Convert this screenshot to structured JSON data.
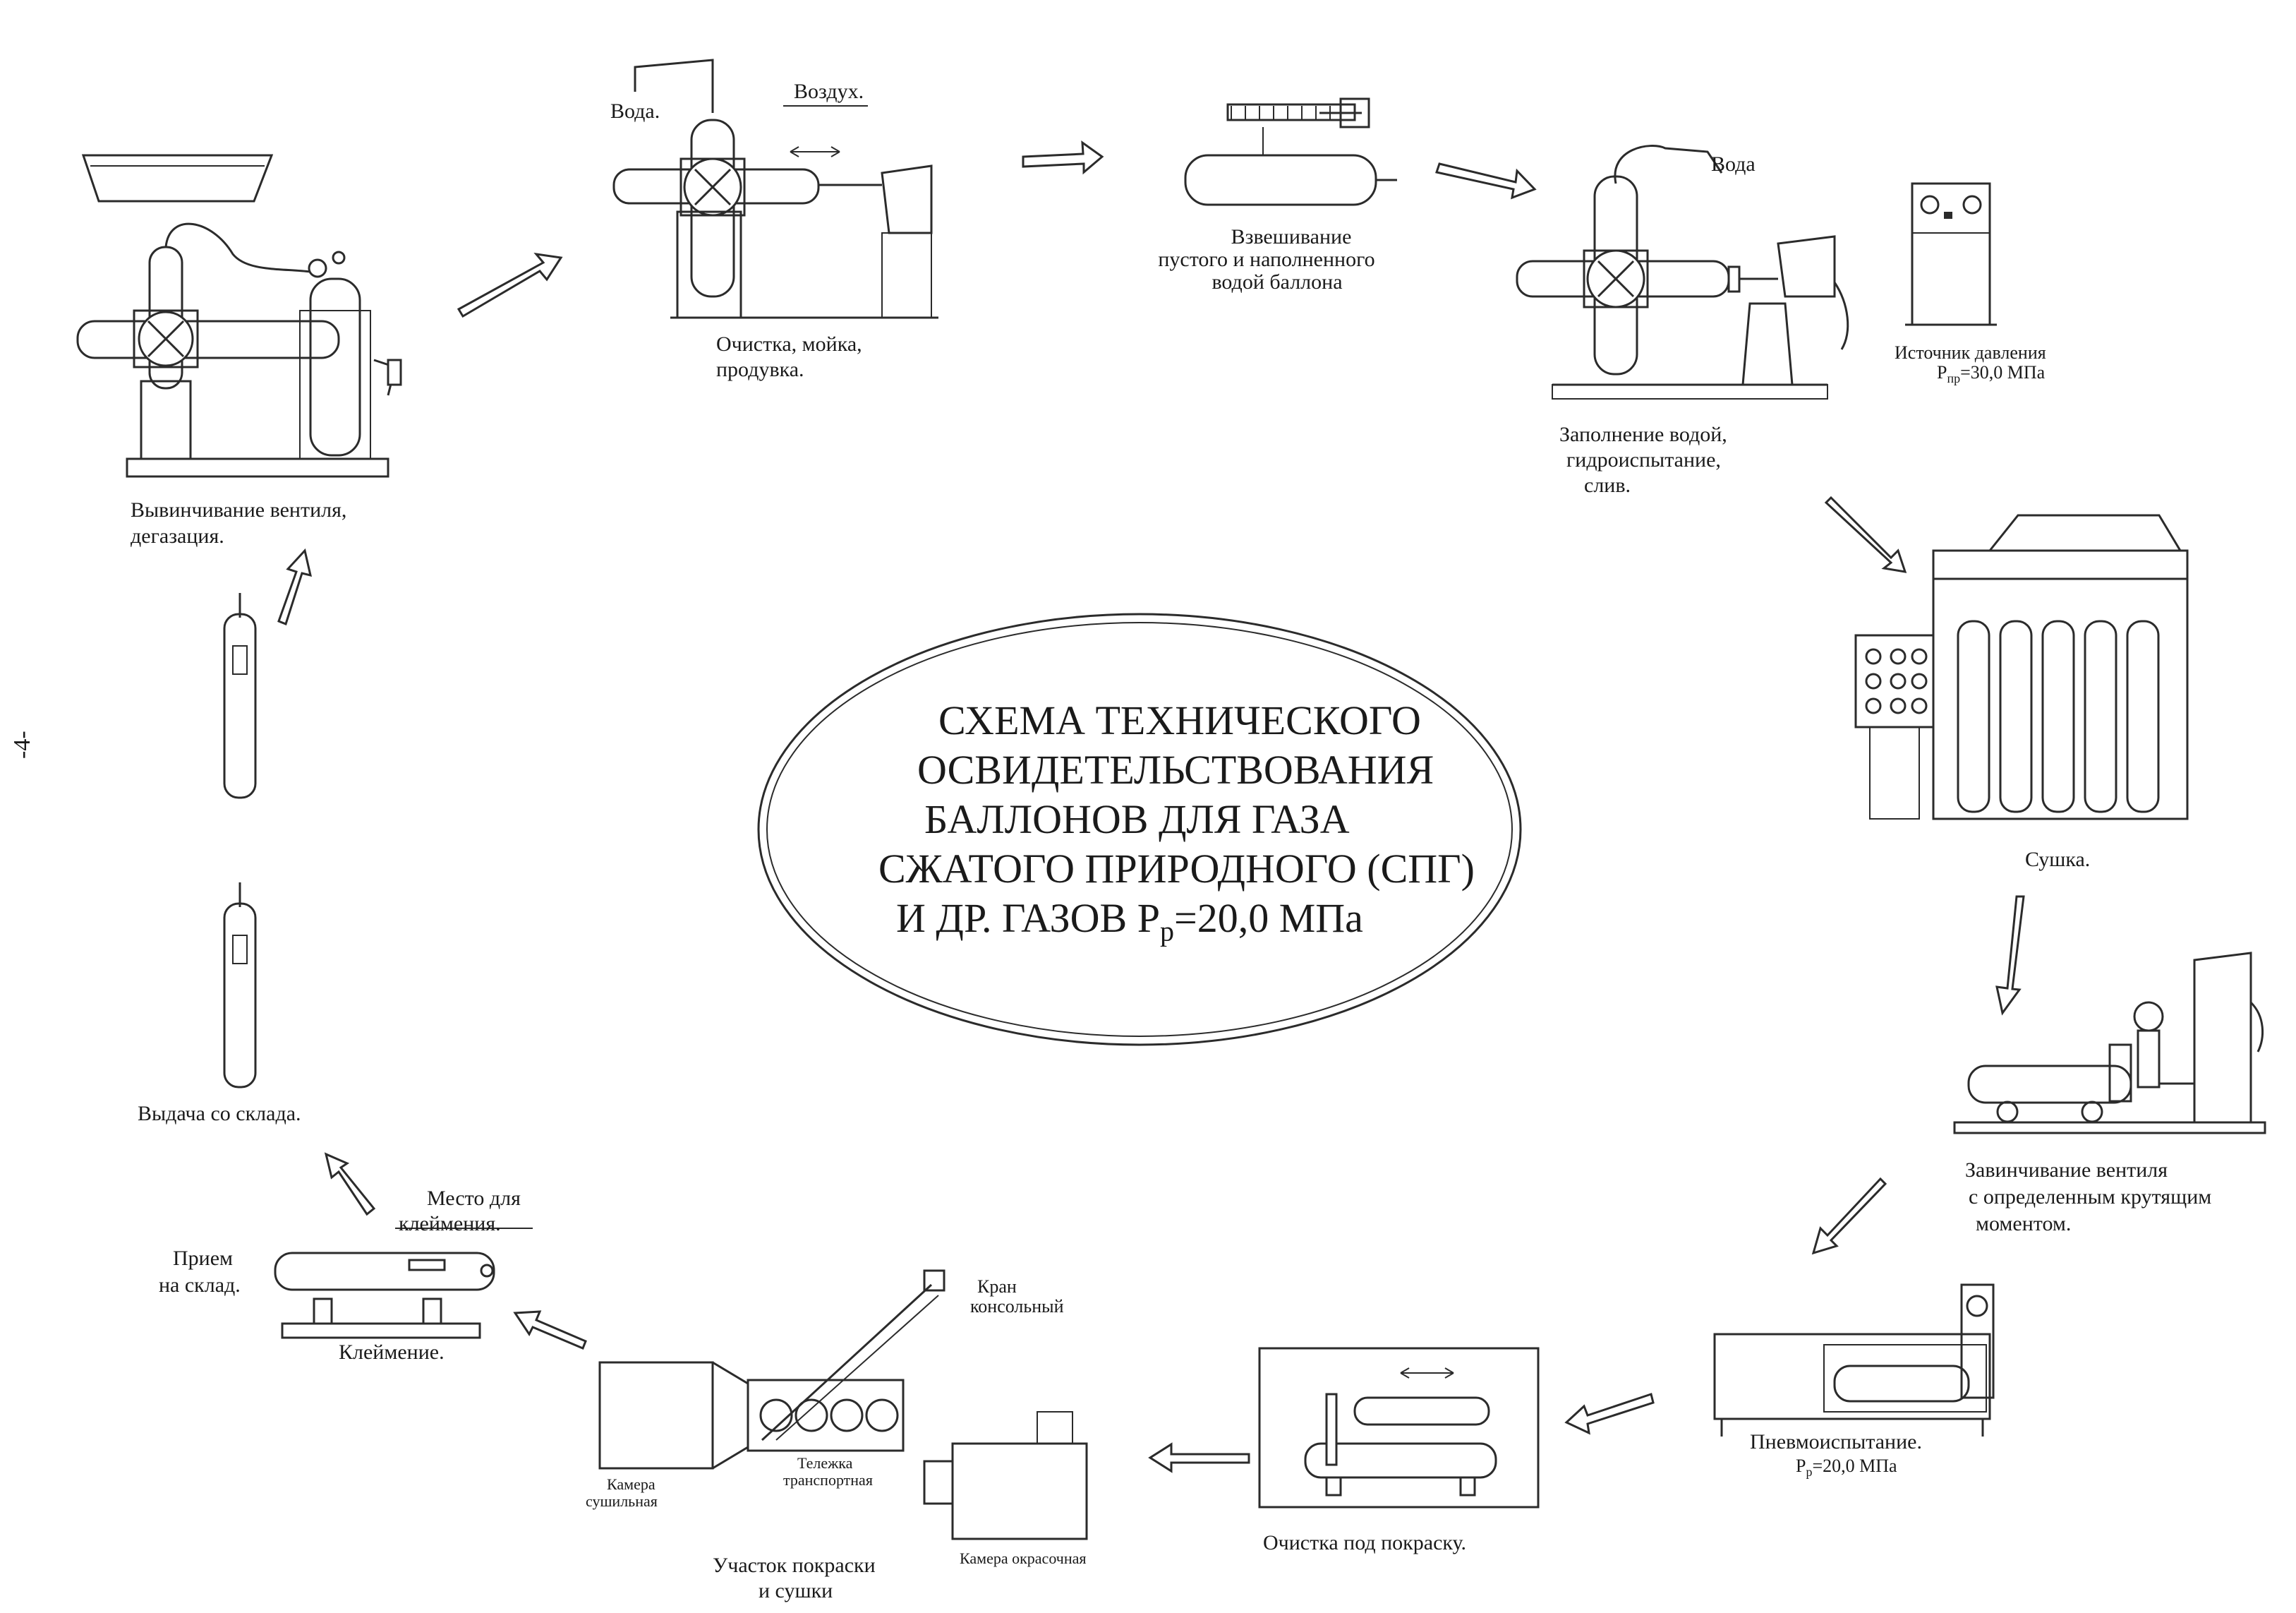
{
  "title": {
    "line1": "СХЕМА ТЕХНИЧЕСКОГО",
    "line2": "ОСВИДЕТЕЛЬСТВОВАНИЯ",
    "line3": "БАЛЛОНОВ ДЛЯ ГАЗА",
    "line4": "СЖАТОГО ПРИРОДНОГО (СПГ)",
    "line5": "И ДР. ГАЗОВ Р",
    "line5_sub": "р",
    "line5_tail": "=20,0 МПа"
  },
  "page_mark": "-4-",
  "steps": {
    "unscrew": {
      "line1": "Вывинчивание вентиля,",
      "line2": "дегазация."
    },
    "clean": {
      "label_water": "Вода.",
      "label_air": "Воздух.",
      "line1": "Очистка, мойка,",
      "line2": "продувка."
    },
    "weigh": {
      "line1": "Взвешивание",
      "line2": "пустого и наполненного",
      "line3": "водой баллона"
    },
    "hydro": {
      "label_water": "Вода",
      "line1": "Заполнение водой,",
      "line2": "гидроиспытание,",
      "line3": "слив."
    },
    "pressure_source": {
      "line1": "Источник давления",
      "line2_prefix": "Р",
      "line2_sub": "пр",
      "line2_tail": "=30,0 МПа"
    },
    "dry": {
      "line1": "Сушка."
    },
    "screw": {
      "line1": "Завинчивание вентиля",
      "line2": "с определенным крутящим",
      "line3": "моментом."
    },
    "pneumo": {
      "line1": "Пневмоиспытание.",
      "line2_prefix": "Р",
      "line2_sub": "р",
      "line2_tail": "=20,0 МПа"
    },
    "prep_clean": {
      "line1": "Очистка под покраску."
    },
    "paint": {
      "crane1": "Кран",
      "crane2": "консольный",
      "cart1": "Тележка",
      "cart2": "транспортная",
      "dry_chamber1": "Камера",
      "dry_chamber2": "сушильная",
      "paint_chamber": "Камера окрасочная",
      "line1": "Участок покраски",
      "line2": "и сушки"
    },
    "stamp": {
      "place1": "Место для",
      "place2": "клеймения.",
      "receive1": "Прием",
      "receive2": "на склад.",
      "line1": "Клеймение."
    },
    "issue": {
      "line1": "Выдача со склада."
    }
  }
}
